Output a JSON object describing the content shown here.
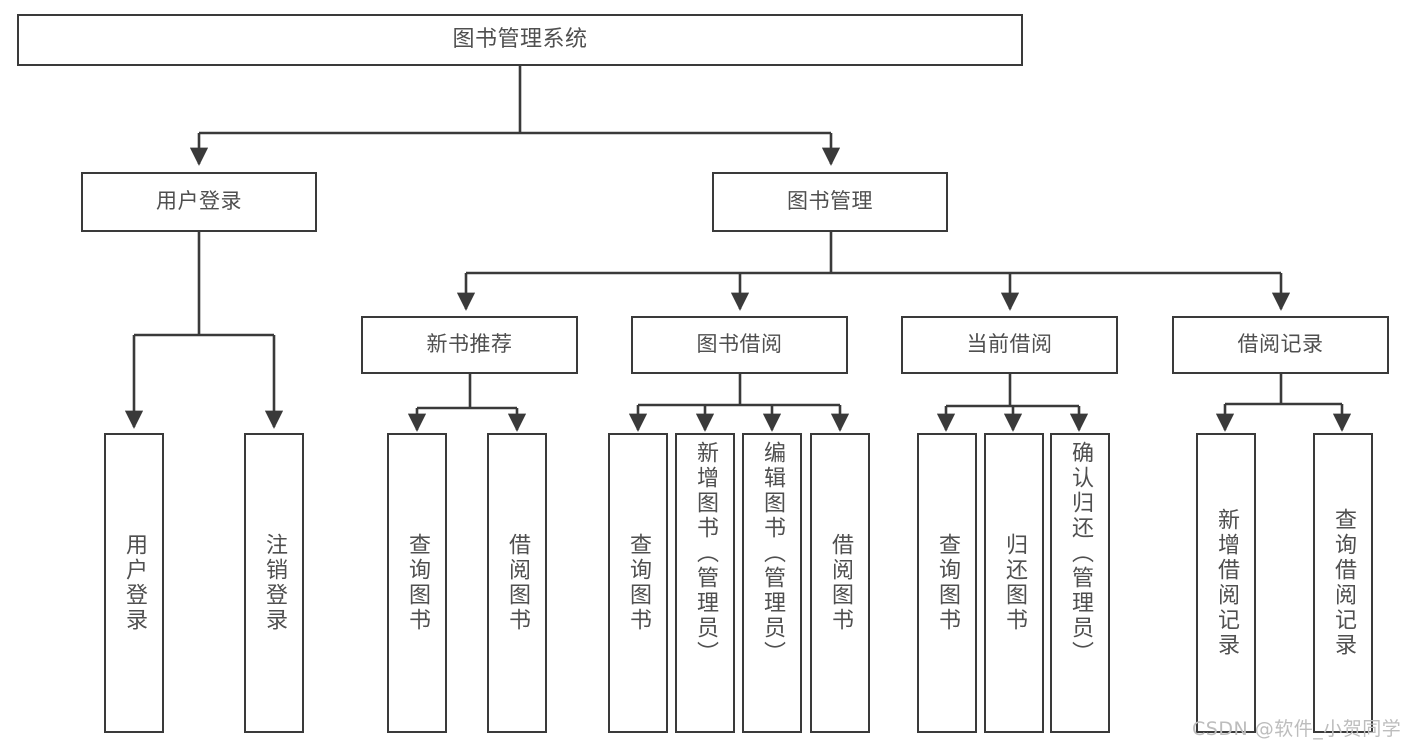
{
  "diagram": {
    "title": "图书管理系统",
    "type": "tree-hierarchy",
    "colors": {
      "box_border": "#3a3a3a",
      "box_fill": "#ffffff",
      "text": "#4f4f4f",
      "edge": "#3a3a3a",
      "watermark": "#bdbdbd",
      "background": "#ffffff"
    }
  },
  "nodes": {
    "root": {
      "label": "图书管理系统"
    },
    "level2": [
      {
        "id": "user-login",
        "label": "用户登录"
      },
      {
        "id": "book-manage",
        "label": "图书管理"
      }
    ],
    "level3": [
      {
        "id": "new-book-recommend",
        "label": "新书推荐"
      },
      {
        "id": "book-borrow",
        "label": "图书借阅"
      },
      {
        "id": "current-borrow",
        "label": "当前借阅"
      },
      {
        "id": "borrow-record",
        "label": "借阅记录"
      }
    ],
    "leaves": {
      "user-login": [
        {
          "id": "leaf-user-login",
          "label": "用户登录"
        },
        {
          "id": "leaf-logout",
          "label": "注销登录"
        }
      ],
      "new-book-recommend": [
        {
          "id": "leaf-query-book-1",
          "label": "查询图书"
        },
        {
          "id": "leaf-borrow-book-1",
          "label": "借阅图书"
        }
      ],
      "book-borrow": [
        {
          "id": "leaf-query-book-2",
          "label": "查询图书"
        },
        {
          "id": "leaf-add-book",
          "label": "新增图书（管理员）"
        },
        {
          "id": "leaf-edit-book",
          "label": "编辑图书（管理员）"
        },
        {
          "id": "leaf-borrow-book-2",
          "label": "借阅图书"
        }
      ],
      "current-borrow": [
        {
          "id": "leaf-query-book-3",
          "label": "查询图书"
        },
        {
          "id": "leaf-return-book",
          "label": "归还图书"
        },
        {
          "id": "leaf-confirm-return",
          "label": "确认归还（管理员）"
        }
      ],
      "borrow-record": [
        {
          "id": "leaf-add-record",
          "label": "新增借阅记录"
        },
        {
          "id": "leaf-query-record",
          "label": "查询借阅记录"
        }
      ]
    }
  },
  "watermark": {
    "text": "CSDN @软件_小贺同学"
  }
}
